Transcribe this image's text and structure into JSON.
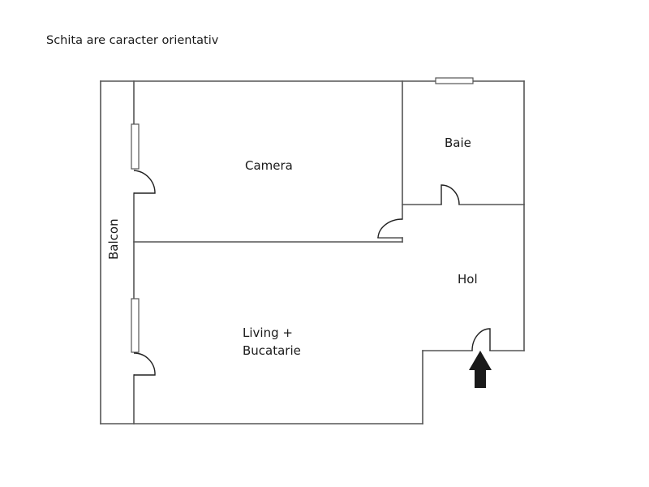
{
  "note": "Schita are caracter orientativ",
  "rooms": {
    "camera": "Camera",
    "baie": "Baie",
    "hol": "Hol",
    "living_line1": "Living +",
    "living_line2": "Bucatarie",
    "balcon": "Balcon"
  },
  "entrance": {
    "icon": "arrow-up-icon",
    "color": "#1a1a1a"
  },
  "colors": {
    "wall": "#555555",
    "text": "#1a1a1a",
    "background": "#ffffff"
  }
}
